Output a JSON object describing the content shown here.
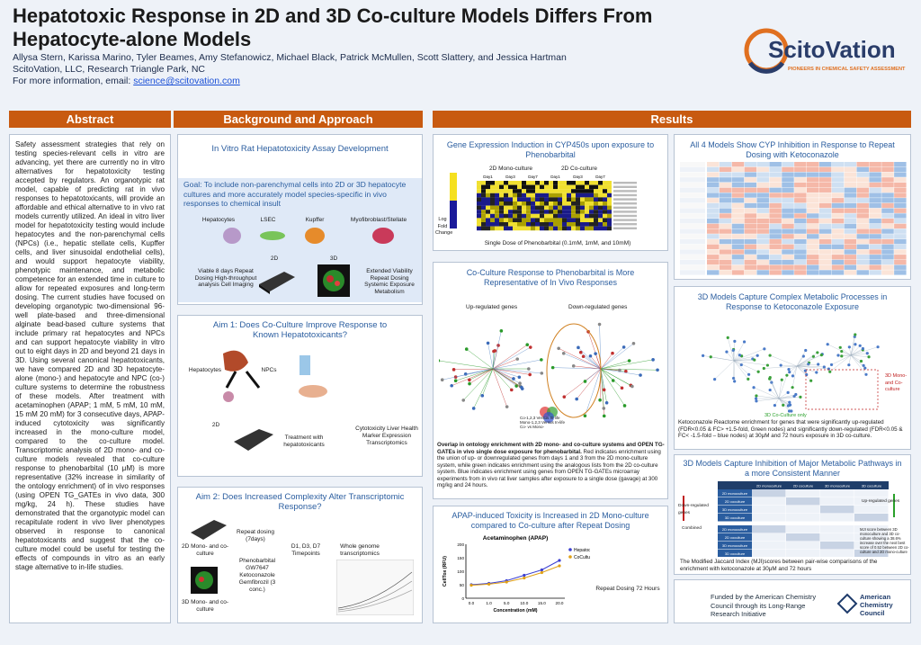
{
  "poster": {
    "title_line1": "Hepatotoxic Response in 2D and 3D Co-culture Models Differs From",
    "title_line2": "Hepatocyte-alone Models",
    "authors": "Allysa Stern, Karissa Marino, Tyler Beames, Amy Stefanowicz, Michael Black, Patrick McMullen, Scott Slattery, and Jessica Hartman",
    "affiliation": "ScitoVation, LLC, Research Triangle Park, NC",
    "contact_prefix": "For more information, email: ",
    "contact_email": "science@scitovation.com",
    "logo_text": "ScitoVation",
    "logo_tagline": "PIONEERS IN CHEMICAL SAFETY ASSESSMENT"
  },
  "colors": {
    "accent_orange": "#c85a10",
    "blue_title": "#2a5d9f"
  },
  "abstract": {
    "header": "Abstract",
    "text": "Safety assessment strategies that rely on testing species-relevant cells in vitro are advancing, yet there are currently no in vitro alternatives for hepatotoxicity testing accepted by regulators. An organotypic rat model, capable of predicting rat in vivo responses to hepatotoxicants, will provide an affordable and ethical alternative to in vivo rat models currently utilized. An ideal in vitro liver model for hepatotoxicity testing would include hepatocytes and the non-parenchymal cells (NPCs) (i.e., hepatic stellate cells, Kupffer cells, and liver sinusoidal endothelial cells), and would support hepatocyte viability, phenotypic maintenance, and metabolic competence for an extended time in culture to allow for repeated exposures and long-term dosing. The current studies have focused on developing organotypic two-dimensional 96-well plate-based and three-dimensional alginate bead-based culture systems that include primary rat hepatocytes and NPCs and can support hepatocyte viability in vitro out to eight days in 2D and beyond 21 days in 3D. Using several canonical hepatotoxicants, we have compared 2D and 3D hepatocyte-alone (mono-) and hepatocyte and NPC (co-) culture systems to determine the robustness of these models. After treatment with acetaminophen (APAP; 1 mM, 5 mM, 10 mM, 15 mM 20 mM) for 3 consecutive days, APAP-induced cytotoxicity was significantly increased in the mono-culture model, compared to the co-culture model. Transcriptomic analysis of 2D mono- and co-culture models revealed that co-culture response to phenobarbital (10 μM) is more representative (32% increase in similarity of the ontology enrichment) of in vivo responses (using OPEN TG_GATEs in vivo data, 300 mg/kg, 24 h). These studies have demonstrated that the organotypic model can recapitulate rodent in vivo liver phenotypes observed in response to canonical hepatotoxicants and suggest that the co-culture model could be useful for testing the effects of compounds in vitro as an early stage alternative to in-life studies."
  },
  "background": {
    "header": "Background and Approach",
    "assay_title": "In Vitro Rat Hepatotoxicity Assay Development",
    "goal_text": "Goal: To include non-parenchymal cells into 2D or 3D hepatocyte cultures and more accurately model species-specific in vivo responses to chemical insult",
    "cell_types": [
      "Hepatocytes",
      "LSEC",
      "Kupffer",
      "Myofibroblast/Stellate"
    ],
    "label_2d": "2D",
    "label_3d": "3D",
    "left_features": "Viable 8 days Repeat Dosing High-throughput analysis Cell Imaging",
    "right_features": "Extended Viability Repeat Dosing Systemic Exposure Metabolism",
    "aim1_title": "Aim 1: Does Co-Culture Improve Response to Known Hepatotoxicants?",
    "aim1_hepatocytes": "Hepatocytes",
    "aim1_npcs": "NPCs",
    "aim1_2d": "2D",
    "aim1_treatment": "Treatment with hepatotoxicants",
    "aim1_outcomes": "Cytotoxicity Liver Health Marker Expression Transcriptomics",
    "aim2_title": "Aim 2: Does Increased Complexity Alter Transcriptomic Response?",
    "aim2_2d": "2D Mono- and co-culture",
    "aim2_3d": "3D Mono- and co-culture",
    "aim2_dosing": "Repeat dosing (7days)",
    "aim2_compounds": "Phenobarbital GW7647 Ketoconazole Gemfibrozil (3 conc.)",
    "aim2_timepoints": "D1, D3, D7 Timepoints",
    "aim2_output": "Whole genome transcriptomics"
  },
  "results": {
    "header": "Results",
    "cyp450_title": "Gene Expression Induction in CYP450s upon exposure to Phenobarbital",
    "cyp450_group1": "2D Mono-culture",
    "cyp450_group2": "2D Co-culture",
    "cyp450_days": [
      "Day1",
      "Day3",
      "Day7",
      "Day1",
      "Day3",
      "Day7"
    ],
    "cyp450_legend": "Log Fold Change",
    "cyp450_caption": "Single Dose of Phenobarbital (0.1mM, 1mM, and 10mM)",
    "coculture_title": "Co-Culture Response to Phenobarbital is More Representative of In Vivo Responses",
    "up_label": "Up-regulated genes",
    "down_label": "Down-regulated genes",
    "venn_legend": [
      "Co-1,2,3 Versus In-life",
      "Mono-1,2,3 Versus In-life",
      "Co- vs Mono-"
    ],
    "coculture_caption_bold": "Overlap in ontology enrichment with 2D mono- and co-culture systems and OPEN TG-GATEs in vivo single dose exposure for phenobarbital.",
    "coculture_caption": " Red indicates enrichment using the union of up- or downregulated genes from days 1 and 3 from the 2D mono-culture system, while green indicates enrichment using the analogous lists from the 2D co-culture system. Blue indicates enrichment using genes from OPEN TG-GATEs microarray experiments from in vivo rat liver samples after exposure to a single dose (gavage) at 300 mg/kg and 24 hours.",
    "apap_title": "APAP-induced Toxicity is Increased in 2D Mono-culture compared to Co-culture after Repeat Dosing",
    "apap_note": "Repeat Dosing 72 Hours",
    "cyp_inhibition_title": "All 4 Models Show CYP Inhibition in Response to Repeat Dosing with Ketoconazole",
    "metabolic_title": "3D Models Capture Complex Metabolic Processes in Response to Ketoconazole Exposure",
    "network_legend1": "3D Mono- and Co-culture",
    "network_legend2": "3D Co-Culture only",
    "metabolic_caption": "Ketoconazole Reactome enrichment for genes that were significantly up-regulated (FDR<0.05 & FC> +1.5-fold, Green nodes) and significantly down-regulated (FDR<0.05 & FC< -1.5-fold – blue nodes) at 30μM and 72 hours exposure in 3D co-culture.",
    "inhibition_title": "3D Models Capture Inhibition of Major Metabolic Pathways in a more Consistent Manner",
    "mji_row_labels": [
      "2D monoculture",
      "2D coculture",
      "3D monoculture",
      "3D coculture"
    ],
    "mji_col_labels": [
      "2D monoculture",
      "2D coculture",
      "3D monoculture",
      "3D coculture"
    ],
    "mji_up_label": "Up-regulated genes",
    "mji_down_label": "Down-regulated genes",
    "mji_combined": "Combined",
    "mji_note": "MJI score between 3D monoculture and 3D co-culture showing a 38.6% increase over the next best score of 0.52 between 2D co-culture and 2D mono-culture",
    "mji_caption": "The Modified Jaccard Index (MJI)scores between pair-wise comparisons of the enrichment with ketoconazole at 30μM and 72 hours",
    "funding": "Funded by the American Chemistry Council through its Long-Range Research Initiative",
    "acc_logo": "American Chemistry Council"
  },
  "chart_data": {
    "type": "line",
    "title": "Acetaminophen (APAP)",
    "xlabel": "Concentration (mM)",
    "ylabel": "CellTox (RFU)",
    "x": [
      0.0,
      1.0,
      5.0,
      10.0,
      15.0,
      20.0
    ],
    "xticks": [
      "0.0",
      "1.0",
      "5.0",
      "10.0",
      "15.0",
      "20.0"
    ],
    "yticks": [
      "0",
      "50",
      "100",
      "150",
      "200"
    ],
    "ylim": [
      0,
      200
    ],
    "series": [
      {
        "name": "Hepatocytes",
        "color": "#3b3fd1",
        "values": [
          50,
          55,
          65,
          85,
          105,
          140
        ]
      },
      {
        "name": "CoCulture",
        "color": "#e0a015",
        "values": [
          48,
          52,
          60,
          75,
          95,
          120
        ]
      }
    ],
    "legend": "right"
  }
}
